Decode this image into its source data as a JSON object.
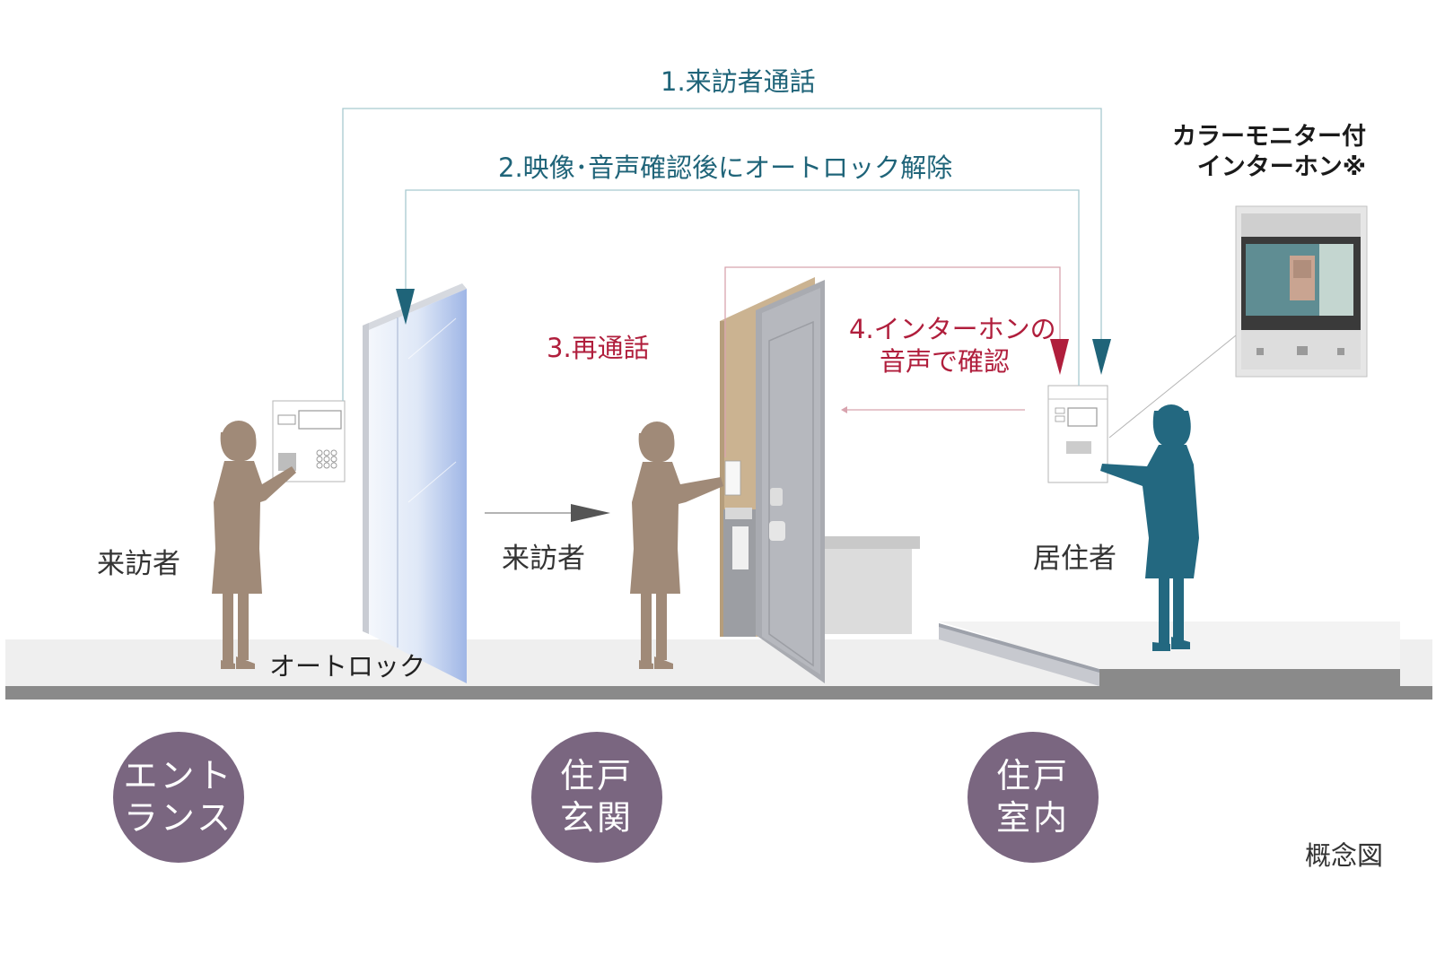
{
  "steps": {
    "step1": "1.来訪者通話",
    "step2": "2.映像･音声確認後にオートロック解除",
    "step3": "3.再通話",
    "step4_line1": "4.インターホンの",
    "step4_line2": "音声で確認"
  },
  "people": {
    "visitor_entrance": "来訪者",
    "visitor_door": "来訪者",
    "resident": "居住者"
  },
  "autolock_label": "オートロック",
  "monitor": {
    "title_line1": "カラーモニター付",
    "title_line2": "インターホン※"
  },
  "zones": [
    {
      "line1": "エント",
      "line2": "ランス"
    },
    {
      "line1": "住戸",
      "line2": "玄関"
    },
    {
      "line1": "住戸",
      "line2": "室内"
    }
  ],
  "note": "概念図",
  "colors": {
    "teal": "#1f6479",
    "red": "#b01e3c",
    "visitor_silhouette": "#a08a78",
    "resident_silhouette": "#236880",
    "zone_circle": "#7a6680"
  }
}
